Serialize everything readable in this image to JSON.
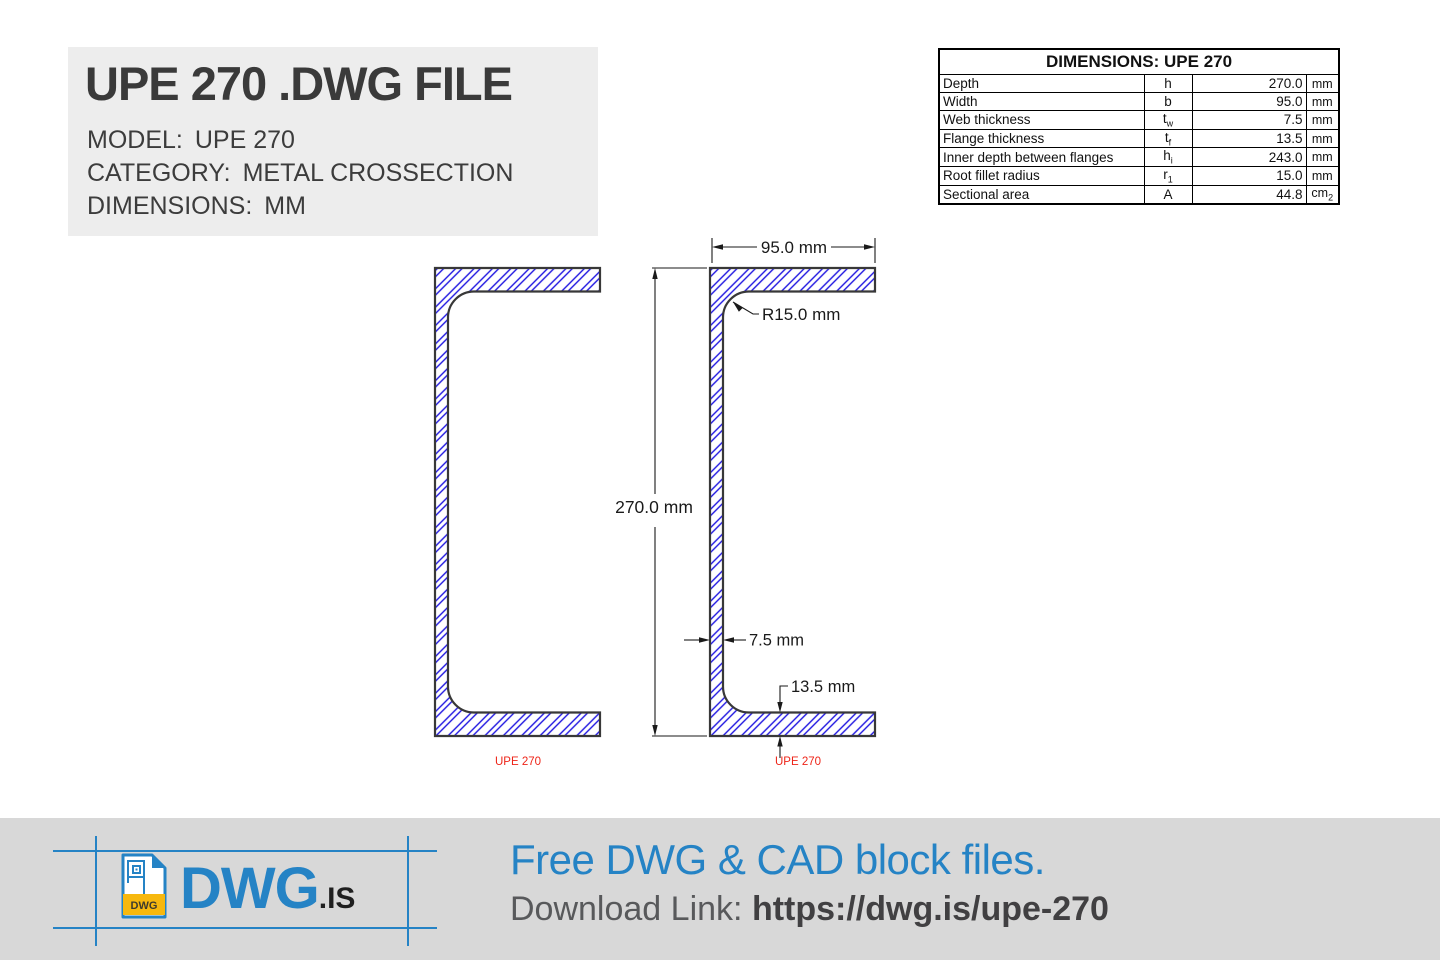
{
  "colors": {
    "accent_blue": "#2583c5",
    "hatch_blue": "#1d14e0",
    "label_red": "#ee2418",
    "footer_bg": "#d8d8d8",
    "card_bg": "#ededed",
    "badge_yellow": "#f7b80e"
  },
  "title_card": {
    "title": "UPE 270 .DWG FILE",
    "model_label": "MODEL:",
    "model_value": "UPE 270",
    "category_label": "CATEGORY:",
    "category_value": "METAL CROSSECTION",
    "dimensions_label": "DIMENSIONS:",
    "dimensions_value": "MM"
  },
  "dimensions_table": {
    "header": "DIMENSIONS: UPE 270",
    "rows": [
      {
        "name": "Depth",
        "symbol": "h",
        "sub": "",
        "value": "270.0",
        "unit": "mm",
        "unit_sub": ""
      },
      {
        "name": "Width",
        "symbol": "b",
        "sub": "",
        "value": "95.0",
        "unit": "mm",
        "unit_sub": ""
      },
      {
        "name": "Web thickness",
        "symbol": "t",
        "sub": "w",
        "value": "7.5",
        "unit": "mm",
        "unit_sub": ""
      },
      {
        "name": "Flange thickness",
        "symbol": "t",
        "sub": "f",
        "value": "13.5",
        "unit": "mm",
        "unit_sub": ""
      },
      {
        "name": "Inner depth between flanges",
        "symbol": "h",
        "sub": "i",
        "value": "243.0",
        "unit": "mm",
        "unit_sub": ""
      },
      {
        "name": "Root fillet radius",
        "symbol": "r",
        "sub": "1",
        "value": "15.0",
        "unit": "mm",
        "unit_sub": ""
      },
      {
        "name": "Sectional area",
        "symbol": "A",
        "sub": "",
        "value": "44.8",
        "unit": "cm",
        "unit_sub": "2"
      }
    ]
  },
  "drawing": {
    "dim_width": "95.0 mm",
    "dim_radius": "R15.0 mm",
    "dim_depth": "270.0 mm",
    "dim_web": "7.5 mm",
    "dim_flange": "13.5 mm",
    "label_left": "UPE 270",
    "label_right": "UPE 270"
  },
  "footer": {
    "logo_word": "DWG",
    "logo_suffix": ".IS",
    "logo_badge": "DWG",
    "tagline": "Free DWG & CAD block files.",
    "download_label": "Download Link:",
    "download_url": "https://dwg.is/upe-270"
  }
}
